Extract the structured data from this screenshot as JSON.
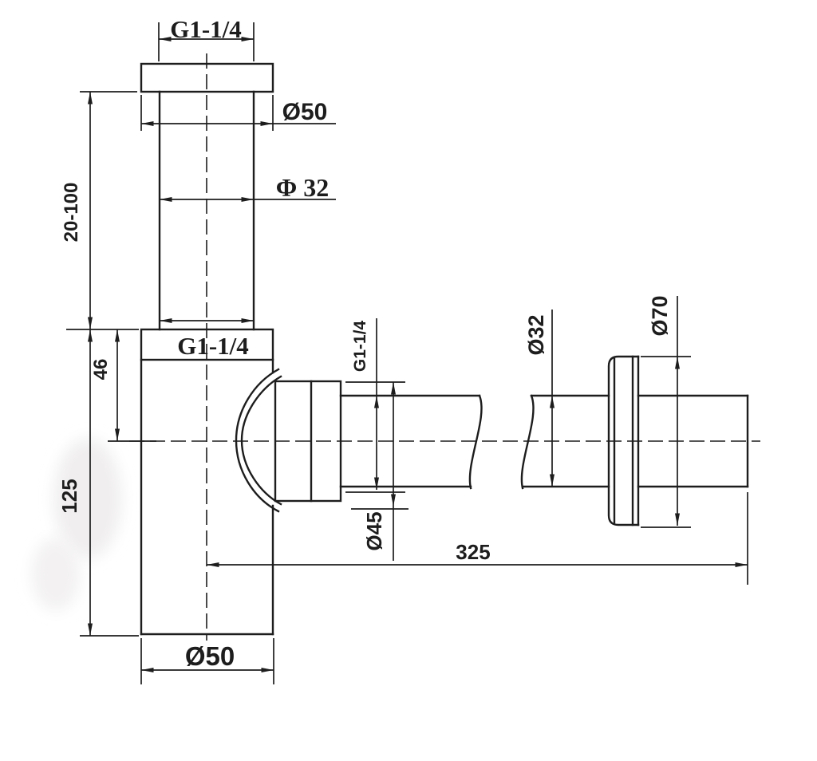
{
  "drawing": {
    "type": "technical-drawing",
    "subject": "bottle-trap-siphon-side-view",
    "colors": {
      "line": "#1d1d1d",
      "background": "#ffffff"
    },
    "dims": {
      "top_thread": "G1-1/4",
      "inlet_flange_dia": "Ø50",
      "inlet_pipe_dia": "Φ 32",
      "body_thread": "G1-1/4",
      "height_range": "20-100",
      "top_to_center": "46",
      "body_height": "125",
      "outlet_thread": "G1-1/4",
      "nut_dia": "Ø45",
      "outlet_pipe_dia": "Ø32",
      "flange_dia": "Ø70",
      "outlet_length": "325",
      "body_dia": "Ø50"
    }
  }
}
